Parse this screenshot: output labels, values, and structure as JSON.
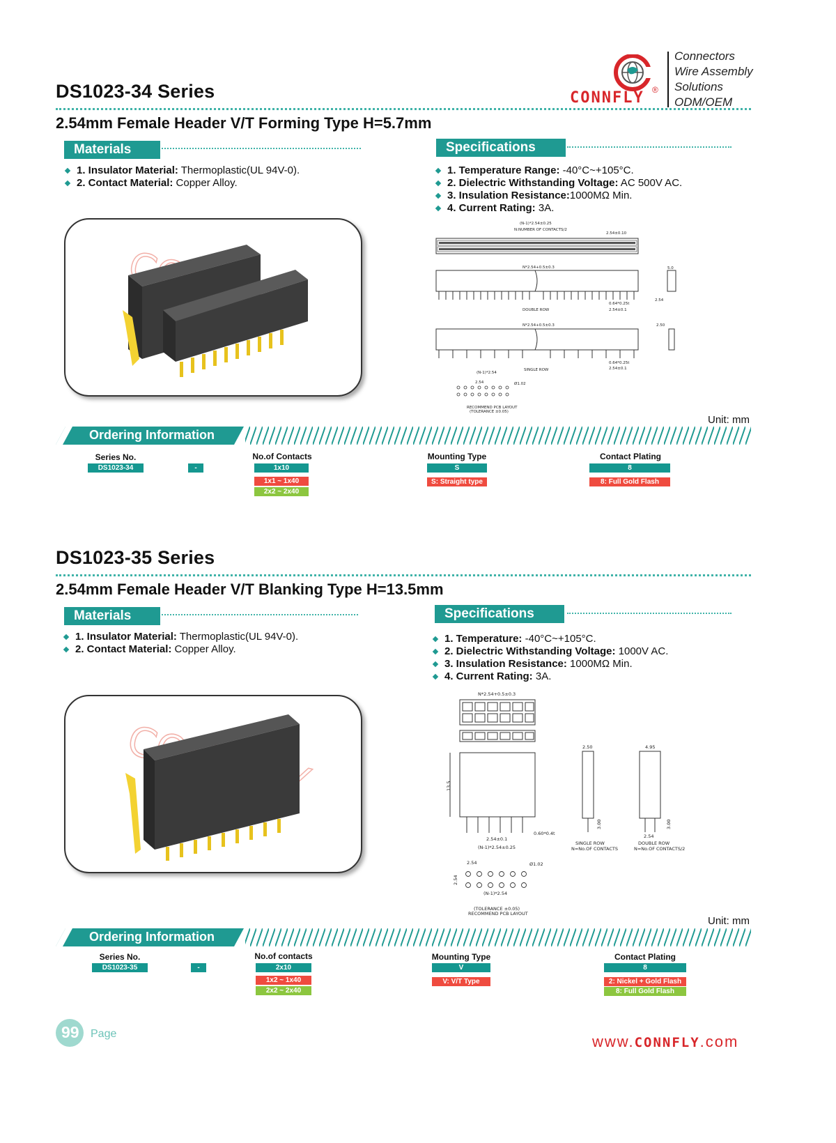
{
  "brand": {
    "name": "CONNFLY",
    "registered": "®",
    "tagline": [
      "Connectors",
      "Wire Assembly",
      "Solutions",
      "ODM/OEM"
    ],
    "website_prefix": "www.",
    "website_brand": "CONNFLY",
    "website_suffix": ".com"
  },
  "colors": {
    "teal": "#1f9a92",
    "red": "#ef4b3f",
    "green": "#8cc63f"
  },
  "section1": {
    "title": "DS1023-34 Series",
    "subtitle": "2.54mm Female Header V/T Forming Type H=5.7mm",
    "materials_label": "Materials",
    "materials": [
      {
        "k": "1. Insulator Material:",
        "v": " Thermoplastic(UL 94V-0)."
      },
      {
        "k": "2. Contact Material:",
        "v": " Copper Alloy."
      }
    ],
    "specs_label": "Specifications",
    "specs": [
      {
        "k": "1. Temperature Range:",
        "v": " -40°C~+105°C."
      },
      {
        "k": "2. Dielectric Withstanding Voltage:",
        "v": " AC 500V AC."
      },
      {
        "k": "3. Insulation Resistance:",
        "v": "1000MΩ Min."
      },
      {
        "k": "4. Current Rating:",
        "v": " 3A."
      }
    ],
    "drawing_labels": {
      "top1": "(N-1)*2.54±0.25",
      "top2": "N:NUMBER OF CONTACTS/2",
      "top3": "2.54±0.10",
      "mid1": "N*2.54+0.5±0.3",
      "double": "DOUBLE ROW",
      "d1": "0.64*0.25t",
      "d2": "2.54±0.1",
      "mid2": "N*2.54+0.5±0.3",
      "single": "SINGLE ROW",
      "pcb1": "(N-1)*2.54",
      "pcb2": "2.54",
      "pcb3": "Ø1.02",
      "pcb4": "RECOMMEND PCB LAYOUT",
      "pcb5": "(TOLERANCE ±0.05)",
      "side1": "5.0",
      "side2": "2.54",
      "side3": "2.50"
    },
    "unit": "Unit: mm",
    "ordering_label": "Ordering Information",
    "ordering": {
      "series_hdr": "Series No.",
      "series_val": "DS1023-34",
      "dash": "-",
      "contacts_hdr": "No.of Contacts",
      "contacts_val": "1x10",
      "contacts_opts": [
        "1x1  ~  1x40",
        "2x2  ~  2x40"
      ],
      "mount_hdr": "Mounting Type",
      "mount_val": "S",
      "mount_opts": [
        "S: Straight type"
      ],
      "plating_hdr": "Contact Plating",
      "plating_val": "8",
      "plating_opts": [
        "8: Full Gold Flash"
      ]
    }
  },
  "section2": {
    "title": "DS1023-35 Series",
    "subtitle": "2.54mm Female Header V/T Blanking Type H=13.5mm",
    "materials_label": "Materials",
    "materials": [
      {
        "k": "1. Insulator Material:",
        "v": " Thermoplastic(UL 94V-0)."
      },
      {
        "k": "2. Contact Material:",
        "v": " Copper Alloy."
      }
    ],
    "specs_label": "Specifications",
    "specs": [
      {
        "k": "1. Temperature:",
        "v": " -40°C~+105°C."
      },
      {
        "k": "2. Dielectric Withstanding Voltage:",
        "v": " 1000V AC."
      },
      {
        "k": "3. Insulation Resistance:",
        "v": " 1000MΩ Min."
      },
      {
        "k": "4. Current Rating:",
        "v": " 3A."
      }
    ],
    "drawing_labels": {
      "top": "N*2.54+0.5±0.3",
      "h": "13.5",
      "w1": "2.50",
      "w2": "4.95",
      "pin": "0.60*0.4t",
      "p1": "2.54±0.1",
      "p2": "(N-1)*2.54±0.25",
      "s1": "3.00",
      "s2": "3.00",
      "s3": "2.54",
      "single1": "SINGLE ROW",
      "single2": "N=No.OF CONTACTS",
      "double1": "DOUBLE ROW",
      "double2": "N=No.OF CONTACTS/2",
      "pcb1": "2.54",
      "pcb2": "Ø1.02",
      "pcb3": "2.54",
      "pcb4": "(N-1)*2.54",
      "pcb5": "(TOLERANCE ±0.05)",
      "pcb6": "RECOMMEND PCB LAYOUT"
    },
    "unit": "Unit: mm",
    "ordering_label": "Ordering Information",
    "ordering": {
      "series_hdr": "Series No.",
      "series_val": "DS1023-35",
      "dash": "-",
      "contacts_hdr": "No.of contacts",
      "contacts_val": "2x10",
      "contacts_opts": [
        "1x2  ~  1x40",
        "2x2  ~  2x40"
      ],
      "mount_hdr": "Mounting Type",
      "mount_val": "V",
      "mount_opts": [
        "V: V/T Type"
      ],
      "plating_hdr": "Contact Plating",
      "plating_val": "8",
      "plating_opts": [
        "2: Nickel + Gold Flash",
        "8: Full Gold Flash"
      ]
    }
  },
  "footer": {
    "page_num": "99",
    "page_word": "Page"
  }
}
